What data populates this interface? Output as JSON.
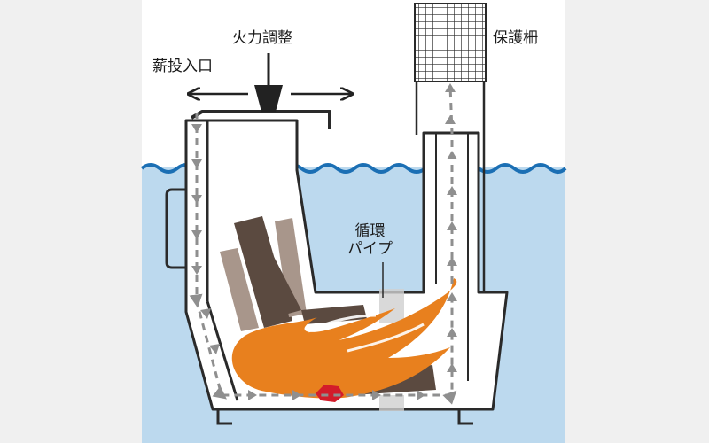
{
  "labels": {
    "fire_adjust": "火力調整",
    "feed_inlet": "薪投入口",
    "guard": "保護柵",
    "pipe_line1": "循環",
    "pipe_line2": "パイプ"
  },
  "colors": {
    "water": "#bcd9ee",
    "wave": "#1b6fb4",
    "outline": "#2a2a2a",
    "body": "#ffffff",
    "flame": "#e8801e",
    "ember": "#d31c2a",
    "log_dark": "#5b4a40",
    "log_light": "#a8968b",
    "arrow": "#8f8f8f",
    "knob": "#222222",
    "pipe": "#cfcfcf"
  },
  "icons": [
    "flame-icon",
    "log-icon",
    "ember-icon",
    "flow-arrow-icon",
    "grid-guard-icon",
    "knob-icon"
  ]
}
